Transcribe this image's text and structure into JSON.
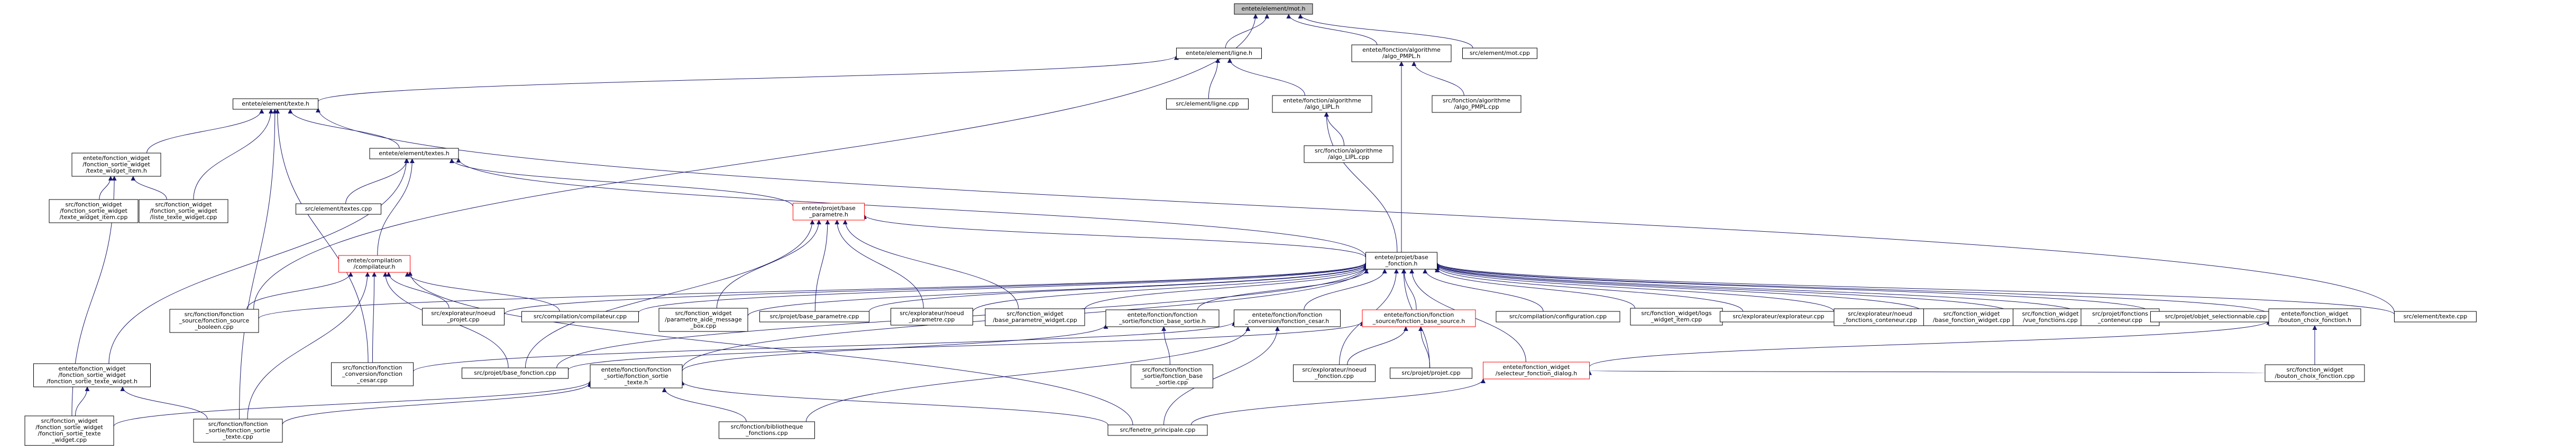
{
  "graph": {
    "colors": {
      "node_border": "#000000",
      "root_fill": "#bfbfbf",
      "truncated_border": "#ff0000",
      "edge": "#191970"
    },
    "nodes": [
      {
        "id": "mot_h",
        "lines": [
          "entete/element/mot.h"
        ],
        "root": true
      },
      {
        "id": "ligne_h",
        "lines": [
          "entete/element/ligne.h"
        ]
      },
      {
        "id": "algo_pmpl_h",
        "lines": [
          "entete/fonction/algorithme",
          "/algo_PMPL.h"
        ]
      },
      {
        "id": "mot_cpp",
        "lines": [
          "src/element/mot.cpp"
        ]
      },
      {
        "id": "texte_h",
        "lines": [
          "entete/element/texte.h"
        ]
      },
      {
        "id": "ligne_cpp",
        "lines": [
          "src/element/ligne.cpp"
        ]
      },
      {
        "id": "algo_lipl_h",
        "lines": [
          "entete/fonction/algorithme",
          "/algo_LIPL.h"
        ]
      },
      {
        "id": "algo_pmpl_cpp",
        "lines": [
          "src/fonction/algorithme",
          "/algo_PMPL.cpp"
        ]
      },
      {
        "id": "fsw_item_h",
        "lines": [
          "entete/fonction_widget",
          "/fonction_sortie_widget",
          "/texte_widget_item.h"
        ]
      },
      {
        "id": "textes_h",
        "lines": [
          "entete/element/textes.h"
        ]
      },
      {
        "id": "algo_lipl_cpp",
        "lines": [
          "src/fonction/algorithme",
          "/algo_LIPL.cpp"
        ]
      },
      {
        "id": "fsw_item_cpp",
        "lines": [
          "src/fonction_widget",
          "/fonction_sortie_widget",
          "/texte_widget_item.cpp"
        ]
      },
      {
        "id": "fsw_liste_cpp",
        "lines": [
          "src/fonction_widget",
          "/fonction_sortie_widget",
          "/liste_texte_widget.cpp"
        ]
      },
      {
        "id": "textes_cpp",
        "lines": [
          "src/element/textes.cpp"
        ]
      },
      {
        "id": "parametre_h",
        "lines": [
          "entete/projet/base",
          "_parametre.h"
        ],
        "truncated": true
      },
      {
        "id": "compilateur_h",
        "lines": [
          "entete/compilation",
          "/compilateur.h"
        ],
        "truncated": true
      },
      {
        "id": "base_fonction_h",
        "lines": [
          "entete/projet/base",
          "_fonction.h"
        ]
      },
      {
        "id": "source_booleen_cpp",
        "lines": [
          "src/fonction/fonction",
          "_source/fonction_source",
          "_booleen.cpp"
        ]
      },
      {
        "id": "noeud_projet_cpp",
        "lines": [
          "src/explorateur/noeud",
          "_projet.cpp"
        ]
      },
      {
        "id": "compilateur_cpp",
        "lines": [
          "src/compilation/compilateur.cpp"
        ]
      },
      {
        "id": "pam_box_cpp",
        "lines": [
          "src/fonction_widget",
          "/parametre_aide_message",
          "_box.cpp"
        ]
      },
      {
        "id": "base_parametre_cpp",
        "lines": [
          "src/projet/base_parametre.cpp"
        ]
      },
      {
        "id": "noeud_parametre_cpp",
        "lines": [
          "src/explorateur/noeud",
          "_parametre.cpp"
        ]
      },
      {
        "id": "bpw_cpp",
        "lines": [
          "src/fonction_widget",
          "/base_parametre_widget.cpp"
        ]
      },
      {
        "id": "base_sortie_h",
        "lines": [
          "entete/fonction/fonction",
          "_sortie/fonction_base_sortie.h"
        ]
      },
      {
        "id": "conv_cesar_h",
        "lines": [
          "entete/fonction/fonction",
          "_conversion/fonction_cesar.h"
        ]
      },
      {
        "id": "base_source_h",
        "lines": [
          "entete/fonction/fonction",
          "_source/fonction_base_source.h"
        ],
        "truncated": true
      },
      {
        "id": "configuration_cpp",
        "lines": [
          "src/compilation/configuration.cpp"
        ]
      },
      {
        "id": "logs_item_cpp",
        "lines": [
          "src/fonction_widget/logs",
          "_widget_item.cpp"
        ]
      },
      {
        "id": "explorateur_cpp",
        "lines": [
          "src/explorateur/explorateur.cpp"
        ]
      },
      {
        "id": "noeud_conteneur_cpp",
        "lines": [
          "src/explorateur/noeud",
          "_fonctions_conteneur.cpp"
        ]
      },
      {
        "id": "bfw_cpp",
        "lines": [
          "src/fonction_widget",
          "/base_fonction_widget.cpp"
        ]
      },
      {
        "id": "vue_fonctions_cpp",
        "lines": [
          "src/fonction_widget",
          "/vue_fonctions.cpp"
        ]
      },
      {
        "id": "fonctions_conteneur_cpp",
        "lines": [
          "src/projet/fonctions",
          "_conteneur.cpp"
        ]
      },
      {
        "id": "objet_selectionnable_cpp",
        "lines": [
          "src/projet/objet_selectionnable.cpp"
        ]
      },
      {
        "id": "bouton_choix_h",
        "lines": [
          "entete/fonction_widget",
          "/bouton_choix_fonction.h"
        ]
      },
      {
        "id": "texte_cpp",
        "lines": [
          "src/element/texte.cpp"
        ]
      },
      {
        "id": "sortie_texte_h",
        "lines": [
          "entete/fonction/fonction",
          "_sortie/fonction_sortie",
          "_texte.h"
        ]
      },
      {
        "id": "base_sortie_cpp",
        "lines": [
          "src/fonction/fonction",
          "_sortie/fonction_base",
          "_sortie.cpp"
        ]
      },
      {
        "id": "noeud_fonction_cpp",
        "lines": [
          "src/explorateur/noeud",
          "_fonction.cpp"
        ]
      },
      {
        "id": "projet_cpp",
        "lines": [
          "src/projet/projet.cpp"
        ]
      },
      {
        "id": "selecteur_dialog_h",
        "lines": [
          "entete/fonction_widget",
          "/selecteur_fonction_dialog.h"
        ],
        "truncated": true
      },
      {
        "id": "bouton_choix_cpp",
        "lines": [
          "src/fonction_widget",
          "/bouton_choix_fonction.cpp"
        ]
      },
      {
        "id": "fstw_h",
        "lines": [
          "entete/fonction_widget",
          "/fonction_sortie_widget",
          "/fonction_sortie_texte_widget.h"
        ]
      },
      {
        "id": "conv_cesar_cpp",
        "lines": [
          "src/fonction/fonction",
          "_conversion/fonction",
          "_cesar.cpp"
        ]
      },
      {
        "id": "base_fonction_cpp",
        "lines": [
          "src/projet/base_fonction.cpp"
        ]
      },
      {
        "id": "bibliotheque_cpp",
        "lines": [
          "src/fonction/bibliotheque",
          "_fonctions.cpp"
        ]
      },
      {
        "id": "fenetre_principale_cpp",
        "lines": [
          "src/fenetre_principale.cpp"
        ]
      },
      {
        "id": "fstw_cpp",
        "lines": [
          "src/fonction_widget",
          "/fonction_sortie_widget",
          "/fonction_sortie_texte",
          "_widget.cpp"
        ]
      },
      {
        "id": "sortie_texte_cpp",
        "lines": [
          "src/fonction/fonction",
          "_sortie/fonction_sortie",
          "_texte.cpp"
        ]
      }
    ],
    "edges": [
      [
        "mot_h",
        "ligne_h"
      ],
      [
        "mot_h",
        "algo_pmpl_h"
      ],
      [
        "mot_h",
        "mot_cpp"
      ],
      [
        "mot_h",
        "source_booleen_cpp"
      ],
      [
        "ligne_h",
        "texte_h"
      ],
      [
        "ligne_h",
        "ligne_cpp"
      ],
      [
        "ligne_h",
        "algo_lipl_h"
      ],
      [
        "algo_pmpl_h",
        "algo_pmpl_cpp"
      ],
      [
        "algo_pmpl_h",
        "base_fonction_h"
      ],
      [
        "texte_h",
        "fsw_item_h"
      ],
      [
        "texte_h",
        "textes_h"
      ],
      [
        "texte_h",
        "fsw_liste_cpp"
      ],
      [
        "texte_h",
        "texte_cpp"
      ],
      [
        "texte_h",
        "conv_cesar_cpp"
      ],
      [
        "texte_h",
        "sortie_texte_cpp"
      ],
      [
        "algo_lipl_h",
        "algo_lipl_cpp"
      ],
      [
        "algo_lipl_h",
        "base_fonction_h"
      ],
      [
        "fsw_item_h",
        "fsw_item_cpp"
      ],
      [
        "fsw_item_h",
        "fsw_liste_cpp"
      ],
      [
        "fsw_item_h",
        "fstw_cpp"
      ],
      [
        "textes_h",
        "textes_cpp"
      ],
      [
        "textes_h",
        "parametre_h"
      ],
      [
        "textes_h",
        "compilateur_h"
      ],
      [
        "textes_h",
        "base_fonction_h"
      ],
      [
        "textes_h",
        "fstw_h"
      ],
      [
        "parametre_h",
        "base_fonction_h"
      ],
      [
        "parametre_h",
        "pam_box_cpp"
      ],
      [
        "parametre_h",
        "base_parametre_cpp"
      ],
      [
        "parametre_h",
        "noeud_parametre_cpp"
      ],
      [
        "parametre_h",
        "bpw_cpp"
      ],
      [
        "parametre_h",
        "base_fonction_cpp"
      ],
      [
        "compilateur_h",
        "source_booleen_cpp"
      ],
      [
        "compilateur_h",
        "noeud_projet_cpp"
      ],
      [
        "compilateur_h",
        "compilateur_cpp"
      ],
      [
        "compilateur_h",
        "conv_cesar_cpp"
      ],
      [
        "compilateur_h",
        "base_fonction_cpp"
      ],
      [
        "compilateur_h",
        "sortie_texte_cpp"
      ],
      [
        "compilateur_h",
        "fenetre_principale_cpp"
      ],
      [
        "base_fonction_h",
        "noeud_projet_cpp"
      ],
      [
        "base_fonction_h",
        "compilateur_cpp"
      ],
      [
        "base_fonction_h",
        "pam_box_cpp"
      ],
      [
        "base_fonction_h",
        "base_parametre_cpp"
      ],
      [
        "base_fonction_h",
        "noeud_parametre_cpp"
      ],
      [
        "base_fonction_h",
        "bpw_cpp"
      ],
      [
        "base_fonction_h",
        "base_sortie_h"
      ],
      [
        "base_fonction_h",
        "conv_cesar_h"
      ],
      [
        "base_fonction_h",
        "base_source_h"
      ],
      [
        "base_fonction_h",
        "configuration_cpp"
      ],
      [
        "base_fonction_h",
        "logs_item_cpp"
      ],
      [
        "base_fonction_h",
        "explorateur_cpp"
      ],
      [
        "base_fonction_h",
        "noeud_conteneur_cpp"
      ],
      [
        "base_fonction_h",
        "bfw_cpp"
      ],
      [
        "base_fonction_h",
        "vue_fonctions_cpp"
      ],
      [
        "base_fonction_h",
        "fonctions_conteneur_cpp"
      ],
      [
        "base_fonction_h",
        "objet_selectionnable_cpp"
      ],
      [
        "base_fonction_h",
        "bouton_choix_h"
      ],
      [
        "base_fonction_h",
        "texte_cpp"
      ],
      [
        "base_fonction_h",
        "sortie_texte_h"
      ],
      [
        "base_fonction_h",
        "noeud_fonction_cpp"
      ],
      [
        "base_fonction_h",
        "projet_cpp"
      ],
      [
        "base_fonction_h",
        "selecteur_dialog_h"
      ],
      [
        "base_fonction_h",
        "base_fonction_cpp"
      ],
      [
        "base_fonction_h",
        "source_booleen_cpp"
      ],
      [
        "base_sortie_h",
        "base_sortie_cpp"
      ],
      [
        "base_sortie_h",
        "sortie_texte_h"
      ],
      [
        "conv_cesar_h",
        "conv_cesar_cpp"
      ],
      [
        "conv_cesar_h",
        "bibliotheque_cpp"
      ],
      [
        "conv_cesar_h",
        "fenetre_principale_cpp"
      ],
      [
        "base_source_h",
        "noeud_fonction_cpp"
      ],
      [
        "base_source_h",
        "projet_cpp"
      ],
      [
        "base_source_h",
        "base_fonction_cpp"
      ],
      [
        "bouton_choix_h",
        "bouton_choix_cpp"
      ],
      [
        "bouton_choix_h",
        "selecteur_dialog_h"
      ],
      [
        "selecteur_dialog_h",
        "fenetre_principale_cpp"
      ],
      [
        "selecteur_dialog_h",
        "bouton_choix_cpp"
      ],
      [
        "sortie_texte_h",
        "bibliotheque_cpp"
      ],
      [
        "sortie_texte_h",
        "fenetre_principale_cpp"
      ],
      [
        "sortie_texte_h",
        "sortie_texte_cpp"
      ],
      [
        "sortie_texte_h",
        "fstw_cpp"
      ],
      [
        "fstw_h",
        "fstw_cpp"
      ],
      [
        "fstw_h",
        "sortie_texte_cpp"
      ]
    ]
  }
}
